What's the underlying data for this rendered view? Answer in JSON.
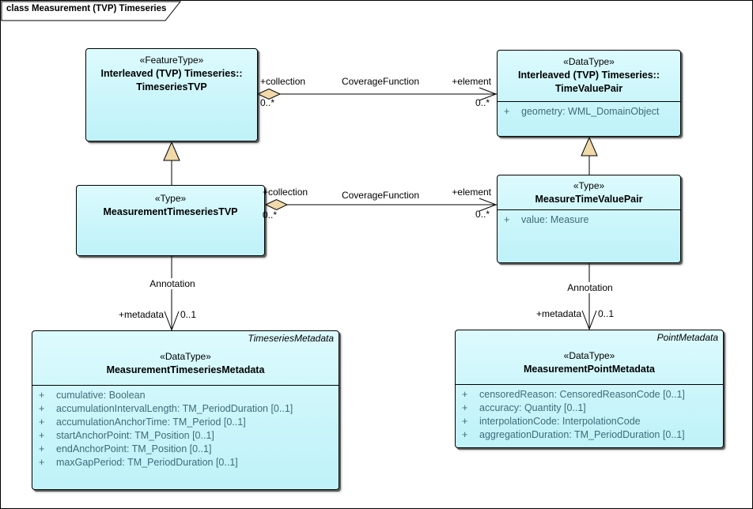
{
  "diagram": {
    "title": "class Measurement (TVP) Timeseries"
  },
  "colors": {
    "class_fill_top": "#ddfbfe",
    "class_fill_bottom": "#bff2f9",
    "class_border": "#000000",
    "attribute_text": "#3f6b78",
    "marker_fill": "#f1d9a9",
    "background": "#ffffff"
  },
  "classes": {
    "timeseries_tvp": {
      "stereotype": "«FeatureType»",
      "name_lines": [
        "Interleaved (TVP) Timeseries::",
        "TimeseriesTVP"
      ]
    },
    "time_value_pair": {
      "stereotype": "«DataType»",
      "name_lines": [
        "Interleaved (TVP) Timeseries::",
        "TimeValuePair"
      ],
      "attributes": [
        {
          "vis": "+",
          "text": "geometry: WML_DomainObject"
        }
      ]
    },
    "measurement_timeseries_tvp": {
      "stereotype": "«Type»",
      "name_lines": [
        "MeasurementTimeseriesTVP"
      ]
    },
    "measure_time_value_pair": {
      "stereotype": "«Type»",
      "name_lines": [
        "MeasureTimeValuePair"
      ],
      "attributes": [
        {
          "vis": "+",
          "text": "value: Measure"
        }
      ]
    },
    "measurement_timeseries_metadata": {
      "qualifier": "TimeseriesMetadata",
      "stereotype": "«DataType»",
      "name_lines": [
        "MeasurementTimeseriesMetadata"
      ],
      "attributes": [
        {
          "vis": "+",
          "text": "cumulative: Boolean"
        },
        {
          "vis": "+",
          "text": "accumulationIntervalLength: TM_PeriodDuration [0..1]"
        },
        {
          "vis": "+",
          "text": "accumulationAnchorTime: TM_Period [0..1]"
        },
        {
          "vis": "+",
          "text": "startAnchorPoint: TM_Position [0..1]"
        },
        {
          "vis": "+",
          "text": "endAnchorPoint: TM_Position [0..1]"
        },
        {
          "vis": "+",
          "text": "maxGapPeriod: TM_PeriodDuration [0..1]"
        }
      ]
    },
    "measurement_point_metadata": {
      "qualifier": "PointMetadata",
      "stereotype": "«DataType»",
      "name_lines": [
        "MeasurementPointMetadata"
      ],
      "attributes": [
        {
          "vis": "+",
          "text": "censoredReason: CensoredReasonCode [0..1]"
        },
        {
          "vis": "+",
          "text": "accuracy: Quantity [0..1]"
        },
        {
          "vis": "+",
          "text": "interpolationCode: InterpolationCode"
        },
        {
          "vis": "+",
          "text": "aggregationDuration: TM_PeriodDuration [0..1]"
        }
      ]
    }
  },
  "connectors": {
    "coverage_top": {
      "name": "CoverageFunction",
      "source_role": "+collection",
      "source_mult": "0..*",
      "target_role": "+element",
      "target_mult": "0..*"
    },
    "coverage_mid": {
      "name": "CoverageFunction",
      "source_role": "+collection",
      "source_mult": "0..*",
      "target_role": "+element",
      "target_mult": "0..*"
    },
    "annotation_left": {
      "name": "Annotation",
      "target_role": "+metadata",
      "target_mult": "0..1"
    },
    "annotation_right": {
      "name": "Annotation",
      "target_role": "+metadata",
      "target_mult": "0..1"
    }
  }
}
